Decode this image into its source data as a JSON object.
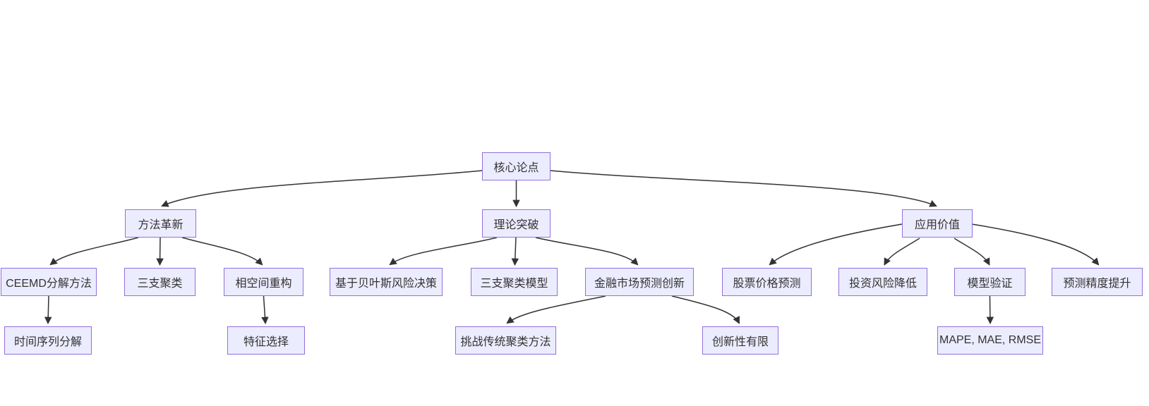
{
  "diagram": {
    "type": "flowchart-top-down",
    "colors": {
      "background": "#FFFFFF",
      "node_fill": "#ECECFF",
      "node_border": "#9370DB",
      "edge_color": "#333333",
      "text_color": "#333333"
    },
    "nodes": [
      {
        "id": "core",
        "label": "核心论点",
        "level": 1
      },
      {
        "id": "method",
        "label": "方法革新",
        "level": 2
      },
      {
        "id": "theory",
        "label": "理论突破",
        "level": 2
      },
      {
        "id": "application",
        "label": "应用价值",
        "level": 2
      },
      {
        "id": "ceemd",
        "label": "CEEMD分解方法",
        "level": 3
      },
      {
        "id": "three_way",
        "label": "三支聚类",
        "level": 3
      },
      {
        "id": "phase_space",
        "label": "相空间重构",
        "level": 3
      },
      {
        "id": "bayes",
        "label": "基于贝叶斯风险决策",
        "level": 3
      },
      {
        "id": "three_way_model",
        "label": "三支聚类模型",
        "level": 3
      },
      {
        "id": "fin_innovation",
        "label": "金融市场预测创新",
        "level": 3
      },
      {
        "id": "stock_pred",
        "label": "股票价格预测",
        "level": 3
      },
      {
        "id": "risk_reduce",
        "label": "投资风险降低",
        "level": 3
      },
      {
        "id": "model_valid",
        "label": "模型验证",
        "level": 3
      },
      {
        "id": "precision",
        "label": "预测精度提升",
        "level": 3
      },
      {
        "id": "ts_decomp",
        "label": "时间序列分解",
        "level": 4
      },
      {
        "id": "feat_select",
        "label": "特征选择",
        "level": 4
      },
      {
        "id": "challenge",
        "label": "挑战传统聚类方法",
        "level": 4
      },
      {
        "id": "limited_novelty",
        "label": "创新性有限",
        "level": 4
      },
      {
        "id": "metrics",
        "label": "MAPE, MAE, RMSE",
        "level": 4
      }
    ],
    "edges": [
      {
        "from": "核心论点",
        "to": "方法革新"
      },
      {
        "from": "核心论点",
        "to": "理论突破"
      },
      {
        "from": "核心论点",
        "to": "应用价值"
      },
      {
        "from": "方法革新",
        "to": "CEEMD分解方法"
      },
      {
        "from": "方法革新",
        "to": "三支聚类"
      },
      {
        "from": "方法革新",
        "to": "相空间重构"
      },
      {
        "from": "理论突破",
        "to": "基于贝叶斯风险决策"
      },
      {
        "from": "理论突破",
        "to": "三支聚类模型"
      },
      {
        "from": "理论突破",
        "to": "金融市场预测创新"
      },
      {
        "from": "应用价值",
        "to": "股票价格预测"
      },
      {
        "from": "应用价值",
        "to": "投资风险降低"
      },
      {
        "from": "应用价值",
        "to": "模型验证"
      },
      {
        "from": "应用价值",
        "to": "预测精度提升"
      },
      {
        "from": "CEEMD分解方法",
        "to": "时间序列分解"
      },
      {
        "from": "相空间重构",
        "to": "特征选择"
      },
      {
        "from": "金融市场预测创新",
        "to": "挑战传统聚类方法"
      },
      {
        "from": "金融市场预测创新",
        "to": "创新性有限"
      },
      {
        "from": "模型验证",
        "to": "MAPE, MAE, RMSE"
      }
    ]
  }
}
